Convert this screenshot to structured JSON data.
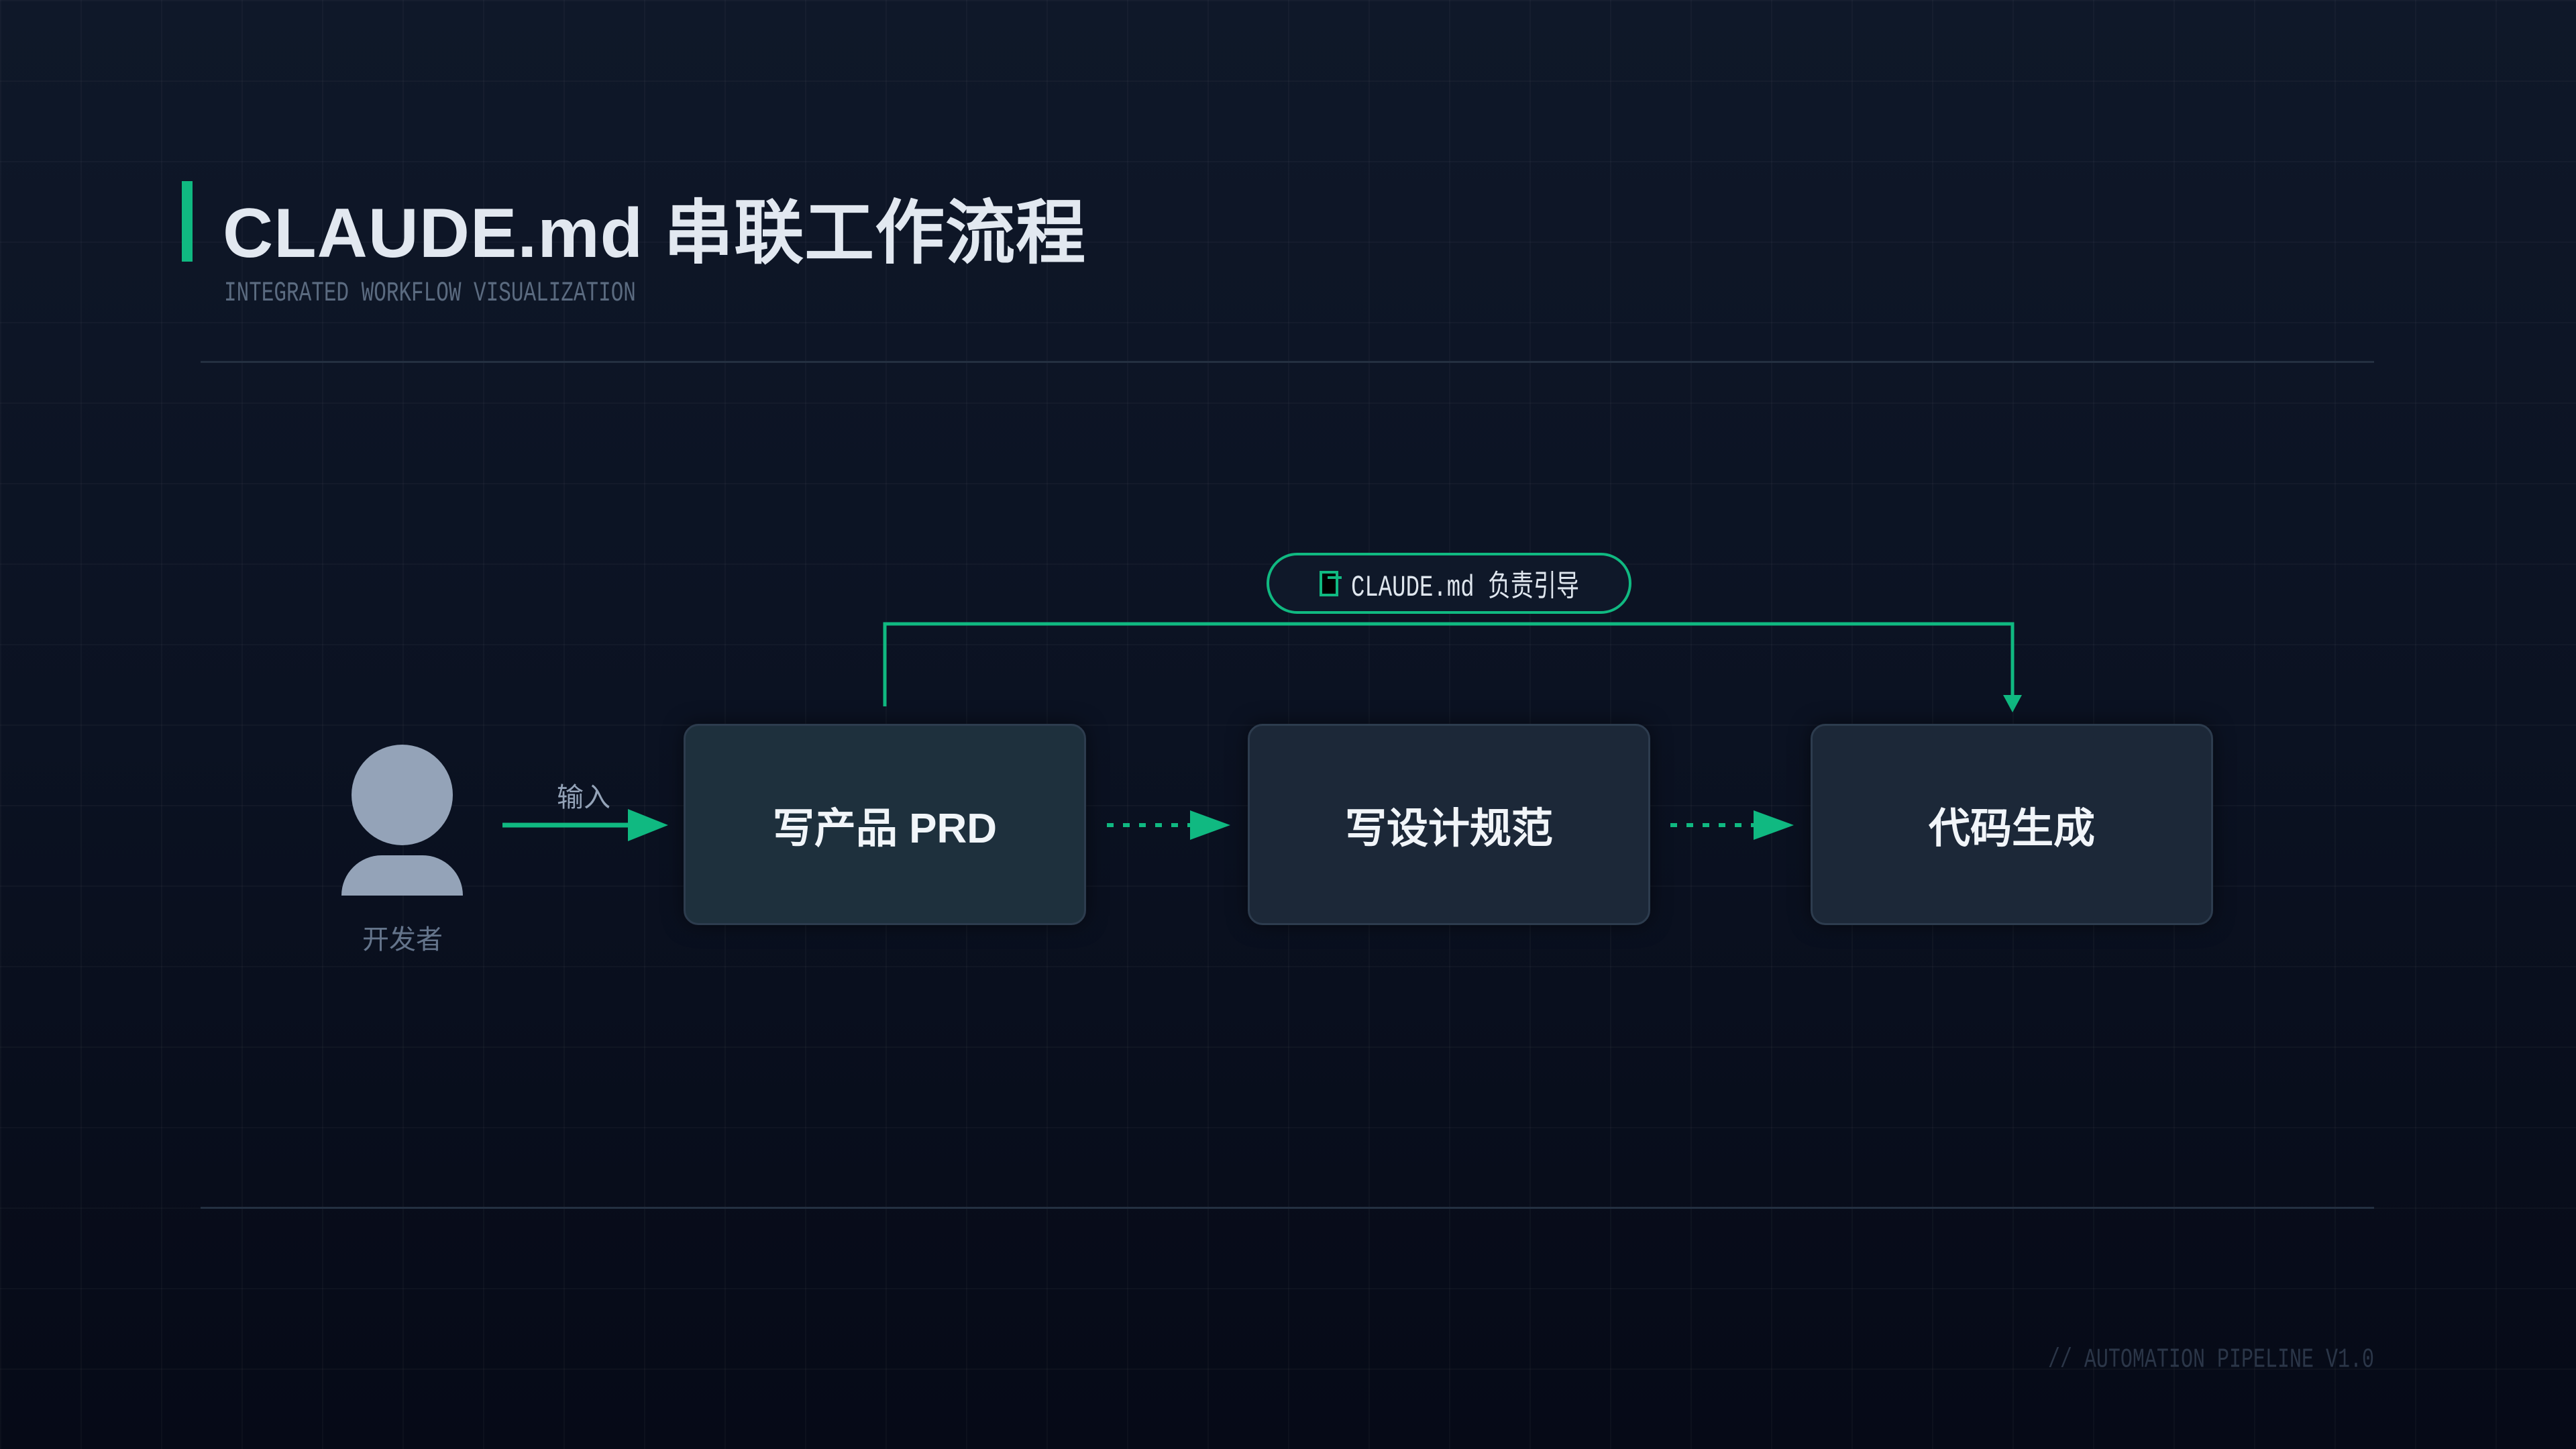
{
  "header": {
    "title": "CLAUDE.md 串联工作流程",
    "subtitle": "INTEGRATED WORKFLOW VISUALIZATION"
  },
  "actor": {
    "label": "开发者",
    "icon": "user-icon"
  },
  "input_label": "输入",
  "guide_badge": {
    "icon": "file-icon",
    "label": "CLAUDE.md 负责引导"
  },
  "nodes": [
    {
      "label": "写产品 PRD"
    },
    {
      "label": "写设计规范"
    },
    {
      "label": "代码生成"
    }
  ],
  "footer": "// AUTOMATION PIPELINE V1.0",
  "colors": {
    "accent": "#10b981",
    "node_fill_active": "#1e303d",
    "node_fill": "#1c2838",
    "text": "#e2e8f0"
  }
}
